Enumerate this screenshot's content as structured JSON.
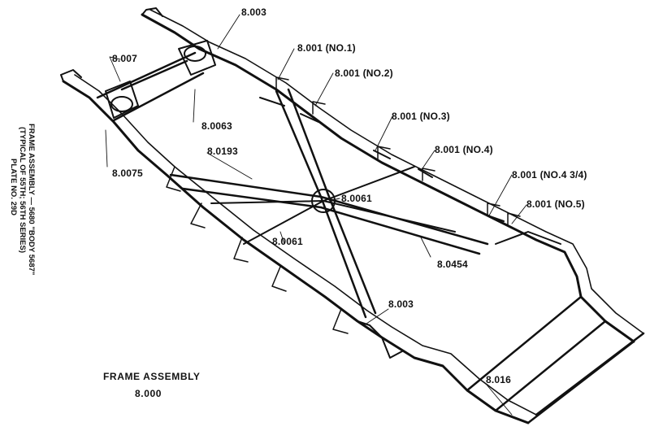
{
  "diagram": {
    "title": "FRAME ASSEMBLY",
    "title_number": "8.000",
    "side_caption": {
      "line1": "FRAME ASSEMBLY — 5680 \"BODY 5687\"",
      "line2": "(TYPICAL OF 55TH; 56TH SERIES)",
      "line3": "PLATE NO. 29D"
    },
    "callouts": {
      "c8003_top": "8.003",
      "c8007": "8.007",
      "c8001_no1": "8.001 (NO.1)",
      "c8001_no2": "8.001 (NO.2)",
      "c80063": "8.0063",
      "c8001_no3": "8.001 (NO.3)",
      "c8001_no4": "8.001 (NO.4)",
      "c80193": "8.0193",
      "c8001_no4_34": "8.001 (NO.4  3/4)",
      "c80075": "8.0075",
      "c80061_a": "8.0061",
      "c8001_no5": "8.001 (NO.5)",
      "c80061_b": "8.0061",
      "c80454": "8.0454",
      "c8003_bottom": "8.003",
      "c8016": "8.016"
    }
  }
}
